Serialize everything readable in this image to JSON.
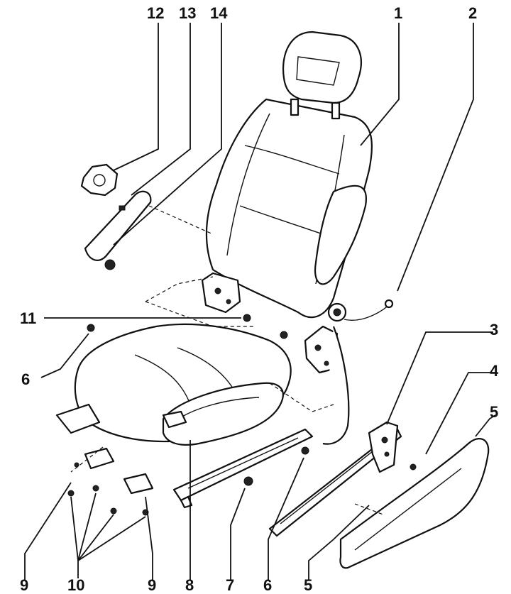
{
  "callouts": {
    "c1": "1",
    "c2": "2",
    "c3": "3",
    "c4": "4",
    "c5_top": "5",
    "c12": "12",
    "c13": "13",
    "c14": "14",
    "c11": "11",
    "c6_left": "6",
    "c9_left": "9",
    "c10": "10",
    "c9_right": "9",
    "c8": "8",
    "c7": "7",
    "c6_bottom": "6",
    "c5_bottom": "5"
  }
}
